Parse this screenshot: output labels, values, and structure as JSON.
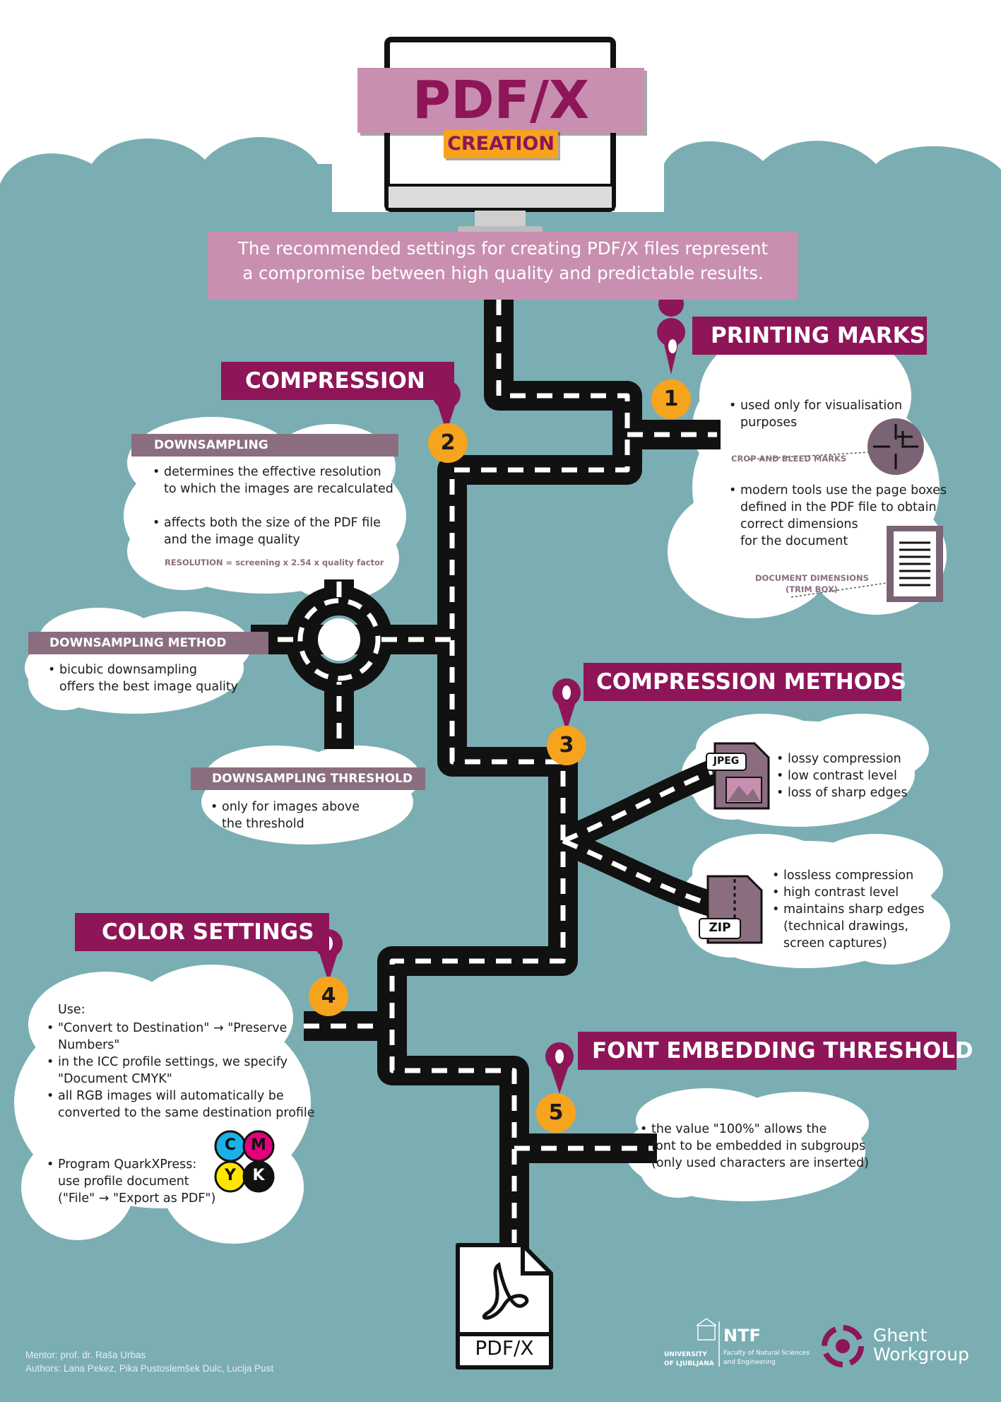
{
  "title": {
    "main": "PDF/X",
    "sub": "CREATION"
  },
  "intro": {
    "line1": "The recommended settings for creating PDF/X files represent",
    "line2": "a compromise between high quality and predictable results."
  },
  "steps": [
    {
      "number": "1",
      "heading": "PRINTING MARKS"
    },
    {
      "number": "2",
      "heading": "COMPRESSION"
    },
    {
      "number": "3",
      "heading": "COMPRESSION METHODS"
    },
    {
      "number": "4",
      "heading": "COLOR SETTINGS"
    },
    {
      "number": "5",
      "heading": "FONT EMBEDDING THRESHOLD"
    }
  ],
  "printing_marks": {
    "bullet1": "used only for visualisation\npurposes",
    "crop_label": "CROP AND BLEED MARKS",
    "bullet2": "modern tools use the page boxes\ndefined in the PDF file to obtain\ncorrect dimensions\nfor the document",
    "doc_label_1": "DOCUMENT DIMENSIONS",
    "doc_label_2": "(TRIM BOX)"
  },
  "compression": {
    "downsampling_title": "DOWNSAMPLING",
    "bullet1": "determines the effective resolution\nto which the images are recalculated",
    "bullet2": "affects both the size of the PDF file\nand the image quality",
    "formula": "RESOLUTION = screening x 2.54 x quality factor",
    "method_title": "DOWNSAMPLING METHOD",
    "method_bullet": "bicubic downsampling\noffers the best image quality",
    "threshold_title": "DOWNSAMPLING THRESHOLD",
    "threshold_bullet": "only for images above\nthe threshold"
  },
  "compression_methods": {
    "jpeg_icon_label": "JPEG",
    "jpeg_bullets": [
      "lossy compression",
      "low contrast level",
      "loss of sharp edges"
    ],
    "zip_icon_label": "ZIP",
    "zip_bullets": [
      "lossless compression",
      "high contrast level",
      "maintains sharp edges\n(technical drawings,\nscreen captures)"
    ]
  },
  "color_settings": {
    "use_label": "Use:",
    "bullets": [
      "\"Convert to Destination\" → \"Preserve\nNumbers\"",
      "in the ICC profile settings, we specify\n\"Document CMYK\"",
      "all RGB images will automatically be\nconverted to the same destination profile"
    ],
    "quark_bullet": "Program QuarkXPress:\nuse profile document\n(\"File\" → \"Export as PDF\")",
    "cmyk_letters": [
      "C",
      "M",
      "Y",
      "K"
    ],
    "cmyk_colors": [
      "#1ab0e8",
      "#e4007c",
      "#ffe600",
      "#111111"
    ]
  },
  "font_embedding": {
    "bullet": "the value \"100%\" allows the\nfont to be embedded in subgroups\n(only used characters are inserted)"
  },
  "end_label": "PDF/X",
  "footer": {
    "mentor": "Mentor: prof. dr. Raša Urbas",
    "authors": "Authors: Lana Pekez, Pika Pustoslemšek Dulc, Lucija Pust",
    "uni_line1": "UNIVERSITY",
    "uni_line2": "OF LJUBLJANA",
    "ntf": "NTF",
    "faculty_line1": "Faculty of Natural Sciences",
    "faculty_line2": "and Engineering",
    "ghent_line1": "Ghent",
    "ghent_line2": "Workgroup"
  },
  "colors": {
    "background": "#7aaeb3",
    "magenta": "#8e1558",
    "pink_title": "#c98fb0",
    "mauve": "#8a6e7f",
    "orange": "#f6a31e",
    "road": "#111111"
  },
  "icons": [
    "monitor-icon",
    "location-pin-icon",
    "crop-marks-icon",
    "document-icon",
    "jpeg-file-icon",
    "zip-file-icon",
    "cmyk-icon",
    "pdf-file-icon",
    "university-logo-icon",
    "ghent-workgroup-logo-icon"
  ]
}
